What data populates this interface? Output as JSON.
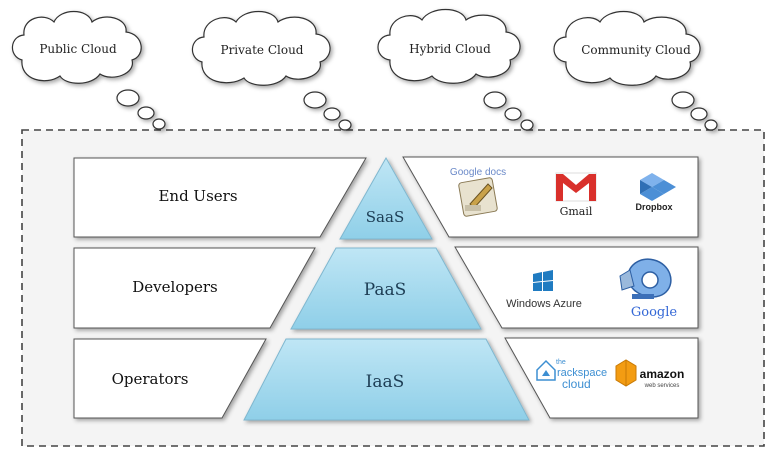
{
  "clouds": [
    {
      "label": "Public Cloud"
    },
    {
      "label": "Private Cloud"
    },
    {
      "label": "Hybrid Cloud"
    },
    {
      "label": "Community Cloud"
    }
  ],
  "layers": [
    {
      "role": "End Users",
      "service": "SaaS"
    },
    {
      "role": "Developers",
      "service": "PaaS"
    },
    {
      "role": "Operators",
      "service": "IaaS"
    }
  ],
  "providers": {
    "saas": {
      "google_docs": "Google docs",
      "gmail": "Gmail",
      "dropbox": "Dropbox"
    },
    "paas": {
      "windows_azure": "Windows Azure",
      "google": "Google"
    },
    "iaas": {
      "rackspace_the": "the",
      "rackspace_main": "rackspace",
      "rackspace_cloud": "cloud",
      "amazon_main": "amazon",
      "amazon_sub": "web services"
    }
  },
  "colors": {
    "pyramid_fill": "#a9dcef",
    "pyramid_stroke": "#7fb7cf",
    "panel_bg": "#f3f3f3",
    "gmail_red": "#d9302b",
    "dropbox_blue": "#4c8fd6",
    "azure_blue": "#1f7bc1",
    "rackspace_blue": "#3d8fd2",
    "amazon_orange": "#f39c12"
  },
  "icons": [
    "cloud-icon",
    "google-docs-icon",
    "gmail-icon",
    "dropbox-icon",
    "windows-azure-icon",
    "google-app-engine-icon",
    "rackspace-icon",
    "amazon-icon"
  ]
}
